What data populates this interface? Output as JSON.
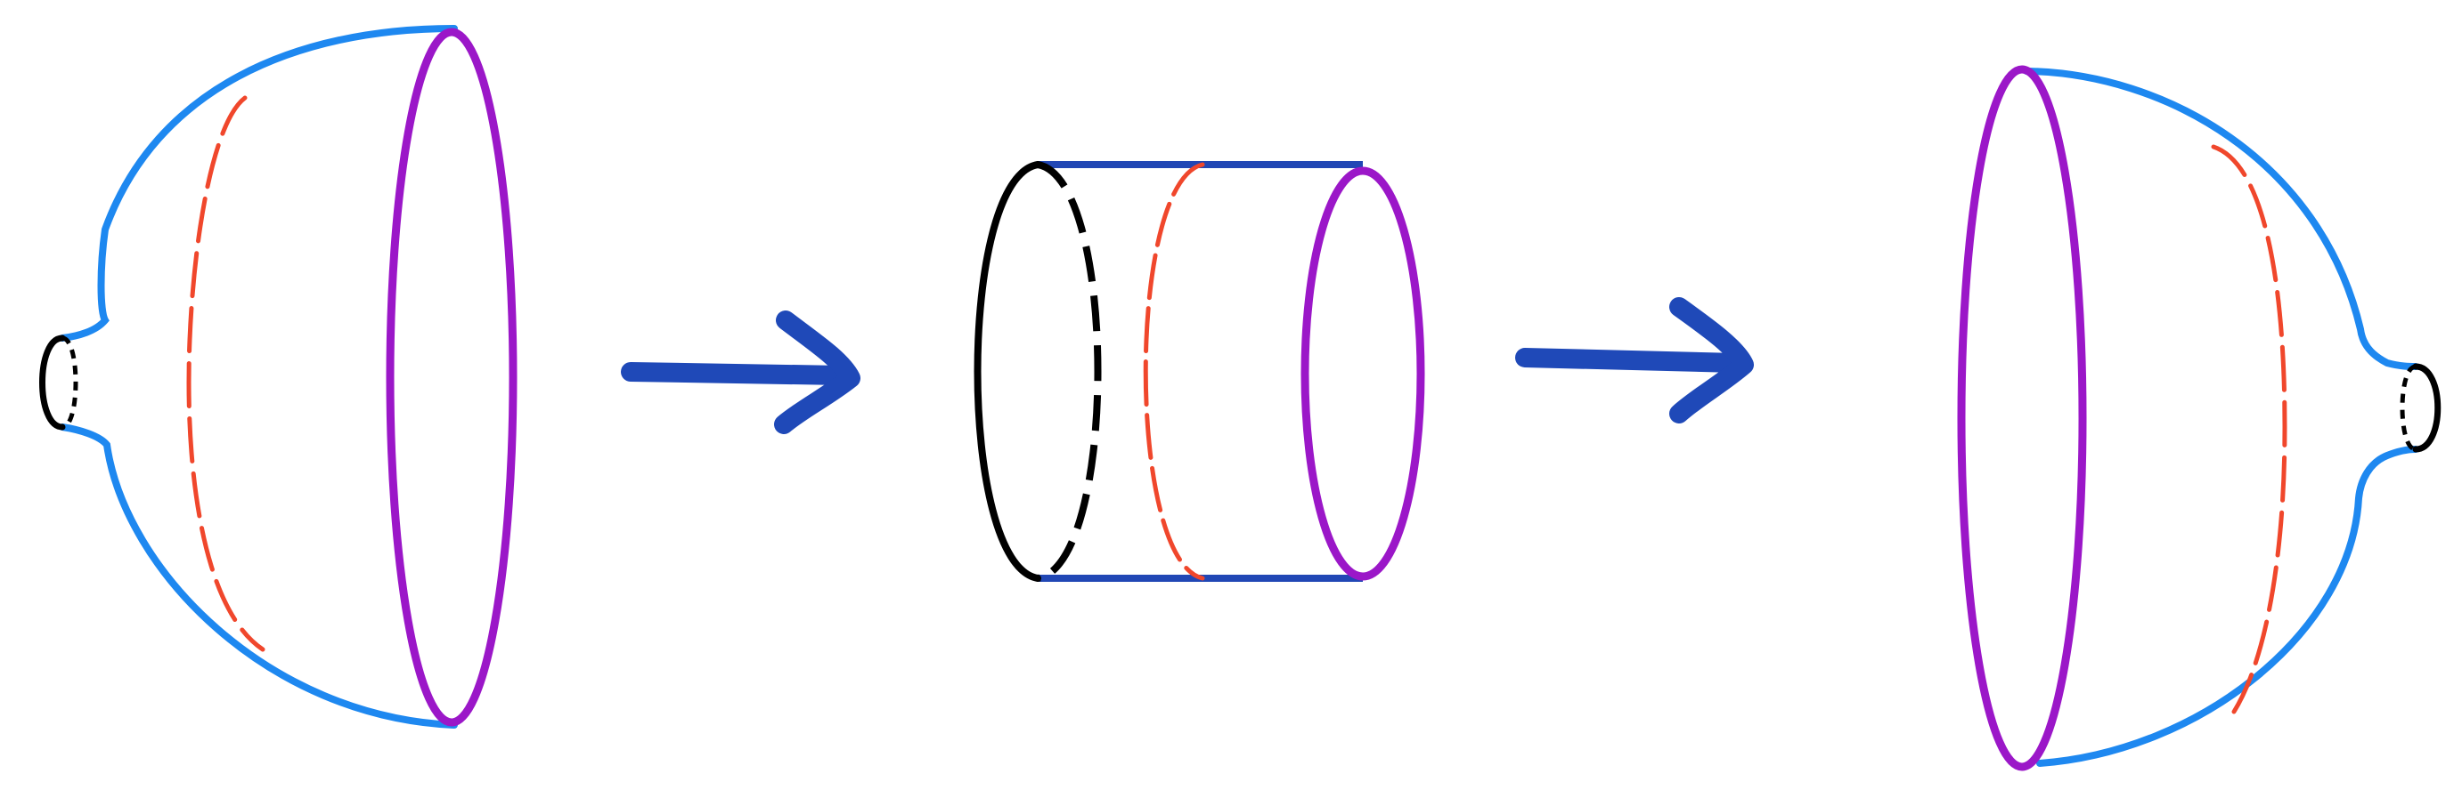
{
  "diagram": {
    "panels": [
      {
        "id": "left-cap",
        "shape": "hemispherical cap with small neck, opening to the right"
      },
      {
        "id": "middle-cylinder",
        "shape": "open cylinder"
      },
      {
        "id": "right-cap",
        "shape": "hemispherical cap with small neck, opening to the left"
      }
    ],
    "arrows": [
      {
        "from": "left-cap",
        "to": "middle-cylinder",
        "icon": "right-arrow-icon"
      },
      {
        "from": "middle-cylinder",
        "to": "right-cap",
        "icon": "right-arrow-icon"
      }
    ]
  },
  "colors": {
    "background": "#ffffff",
    "surface_outline": "#1e88f0",
    "boundary_circle": "#9b17c8",
    "dashed_cross_section": "#f0472c",
    "inner_loop": "#000000",
    "arrow": "#1f49b8",
    "cylinder_edges": "#2147b5"
  }
}
